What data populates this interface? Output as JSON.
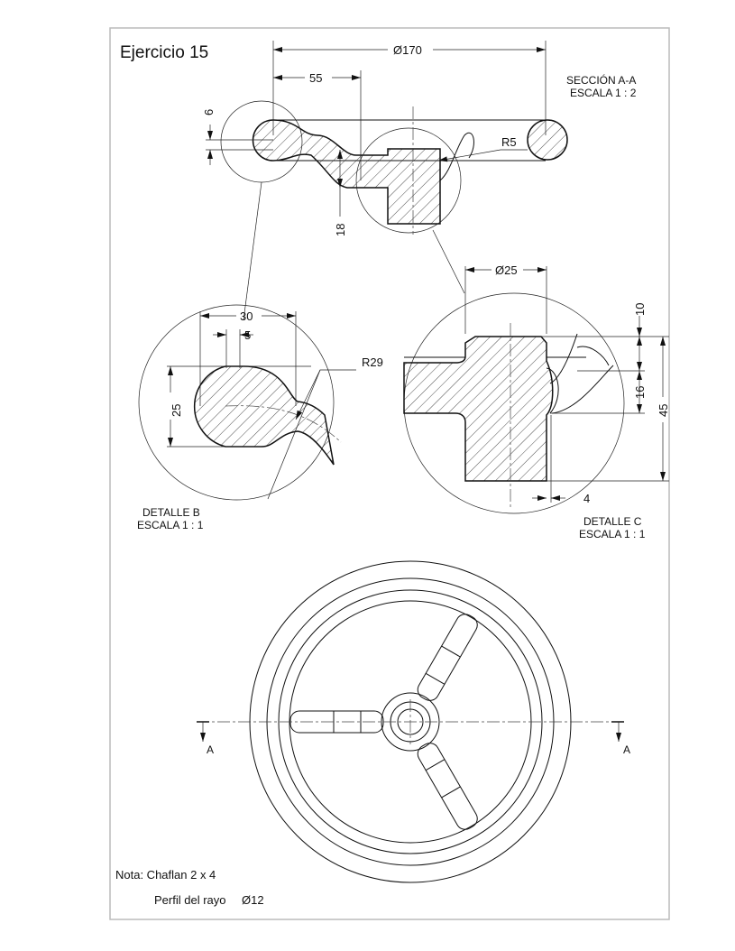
{
  "title": "Ejercicio 15",
  "section_view": {
    "label": "SECCIÓN A-A",
    "scale": "ESCALA 1 : 2",
    "dims": {
      "diameter": "Ø170",
      "d55": "55",
      "d6": "6",
      "d18": "18",
      "r5": "R5"
    }
  },
  "detail_b": {
    "label": "DETALLE B",
    "scale": "ESCALA 1 : 1",
    "dims": {
      "d30": "30",
      "d5": "5",
      "d25": "25",
      "r29": "R29"
    }
  },
  "detail_c": {
    "label": "DETALLE C",
    "scale": "ESCALA 1 : 1",
    "dims": {
      "diameter": "Ø25",
      "d10": "10",
      "d16": "16",
      "d45": "45",
      "d4": "4"
    }
  },
  "plan_view": {
    "section_left": "A",
    "section_right": "A"
  },
  "notes": {
    "chamfer": "Nota: Chaflan 2 x 4",
    "spoke_profile_label": "Perfil del rayo",
    "spoke_profile_value": "Ø12"
  }
}
